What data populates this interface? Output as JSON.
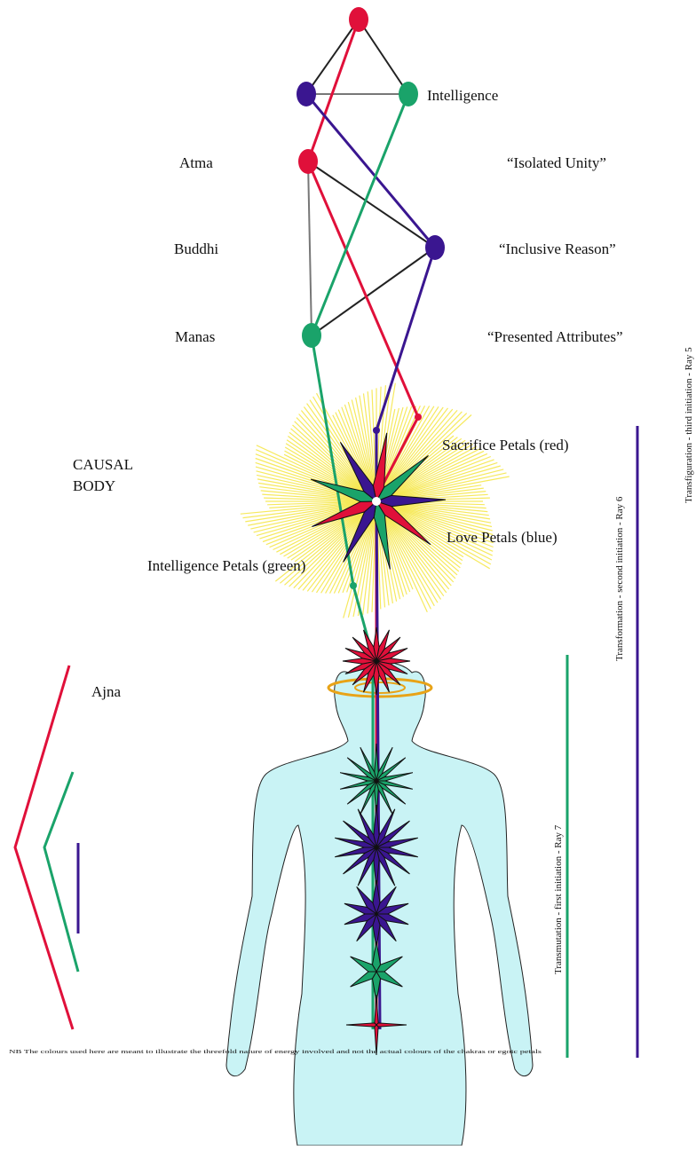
{
  "labels": {
    "intelligence": "Intelligence",
    "atma": "Atma",
    "buddhi": "Buddhi",
    "manas": "Manas",
    "isolated_unity": "“Isolated Unity”",
    "inclusive_reason": "“Inclusive Reason”",
    "presented_attributes": "“Presented Attributes”",
    "causal_line1": "CAUSAL",
    "causal_line2": "BODY",
    "sacrifice_petals": "Sacrifice Petals (red)",
    "love_petals": "Love Petals (blue)",
    "intelligence_petals": "Intelligence Petals (green)",
    "ajna": "Ajna",
    "transfiguration": "Transfiguration - third initiation - Ray 5",
    "transformation": "Transformation - second initiation - Ray 6",
    "transmutation": "Transmutation - first initiation - Ray 7",
    "footnote": "NB The colours used here are meant to illustrate the threefold nature of energy involved and not the actual colours of the chakras or egoic petals"
  },
  "colors": {
    "red": "#e0103a",
    "blue": "#3a1690",
    "green": "#1aa36a",
    "body": "#c9f3f5",
    "glow": "#f5e642",
    "halo": "#e8a317"
  }
}
